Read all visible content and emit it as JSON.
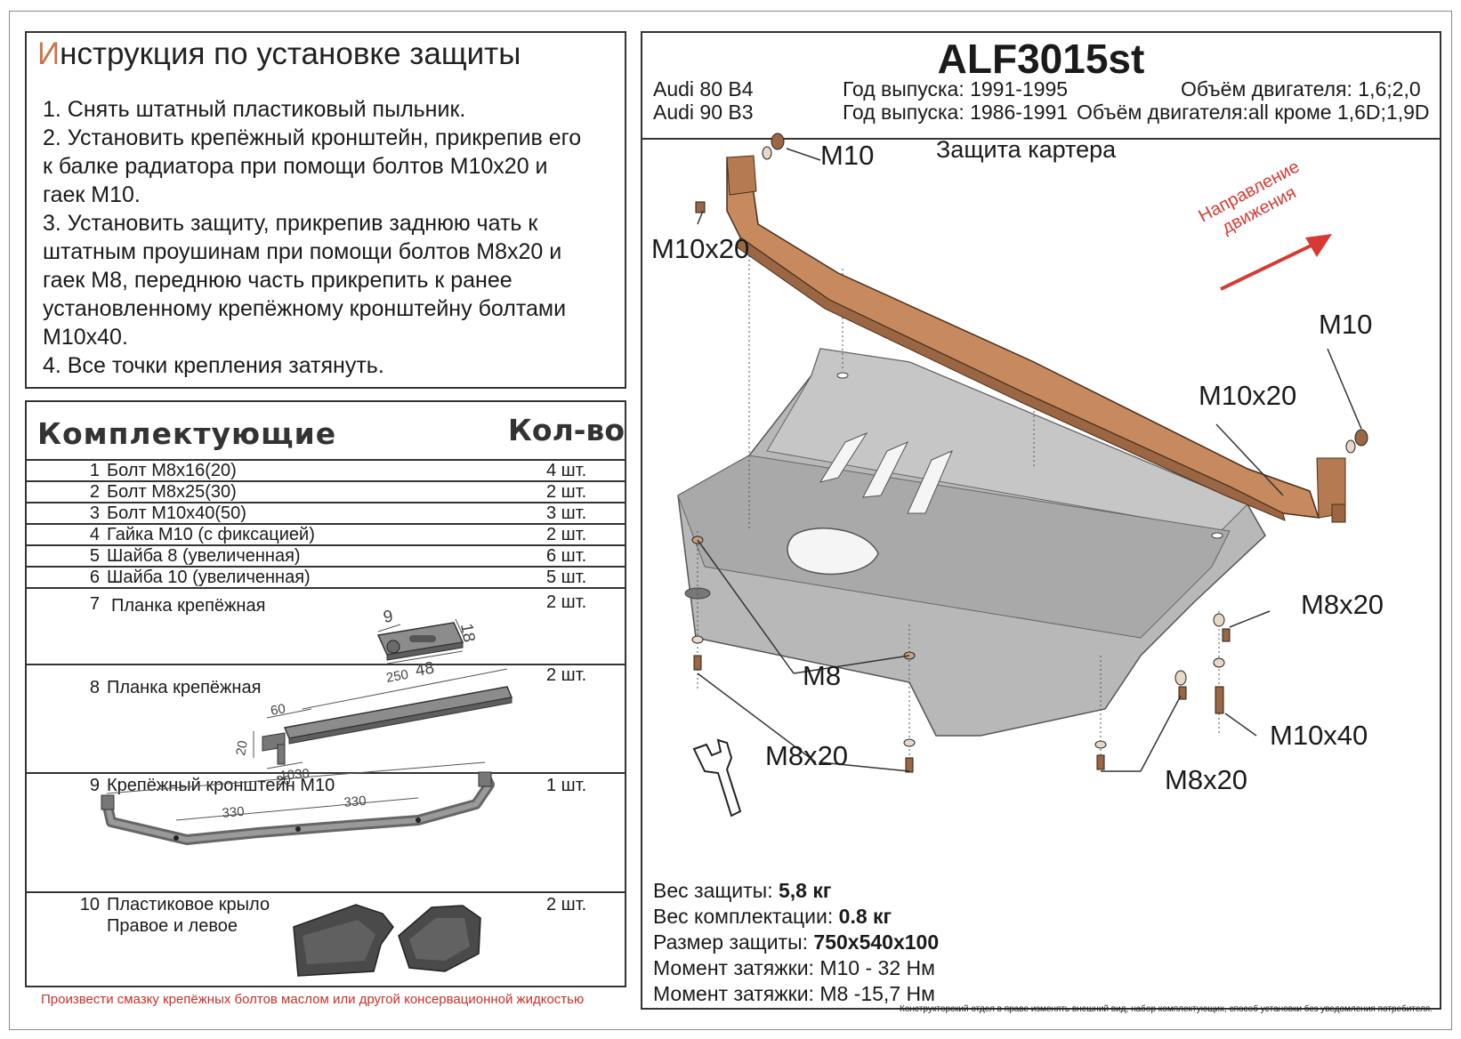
{
  "instructions": {
    "title_first": "И",
    "title_rest": "нструкция по установке защиты",
    "steps": [
      "1.  Снять штатный пластиковый пыльник.",
      "2.  Установить крепёжный кронштейн, прикрепив его",
      "к балке радиатора при помощи болтов М10х20 и",
      "гаек М10.",
      "3.  Установить защиту, прикрепив заднюю чать к",
      "штатным проушинам при помощи болтов М8х20 и",
      "гаек М8, переднюю часть прикрепить к ранее",
      "установленному крепёжному кронштейну болтами",
      "М10х40.",
      "4.  Все точки крепления затянуть."
    ]
  },
  "parts": {
    "header": "Комплектующие",
    "qty_header": "Кол-во",
    "items": [
      {
        "num": "1",
        "name": "Болт М8х16(20)",
        "qty": "4 шт."
      },
      {
        "num": "2",
        "name": "Болт М8х25(30)",
        "qty": "2 шт."
      },
      {
        "num": "3",
        "name": "Болт М10х40(50)",
        "qty": "3 шт."
      },
      {
        "num": "4",
        "name": "Гайка М10 (с фиксацией)",
        "qty": "2 шт."
      },
      {
        "num": "5",
        "name": "Шайба 8 (увеличенная)",
        "qty": "6 шт."
      },
      {
        "num": "6",
        "name": "Шайба 10 (увеличенная)",
        "qty": "5 шт."
      },
      {
        "num": "7",
        "name": "Планка крепёжная",
        "qty": "2 шт."
      },
      {
        "num": "8",
        "name": "Планка крепёжная",
        "qty": "2 шт."
      },
      {
        "num": "9",
        "name": "Крепёжный кронштейн М10",
        "qty": "1 шт."
      },
      {
        "num": "10",
        "name": "Пластиковое крыло",
        "name2": "Правое и левое",
        "qty": "2 шт."
      }
    ],
    "dims": {
      "p7": [
        "9",
        "18",
        "48"
      ],
      "p8": [
        "250",
        "60",
        "20",
        "20"
      ],
      "p9": [
        "1030",
        "330",
        "330"
      ]
    },
    "note": "Произвести смазку крепёжных болтов маслом или другой консервационной жидкостью"
  },
  "product": {
    "code": "ALF3015st",
    "rows": [
      {
        "model": "Audi 80 B4",
        "year": "Год выпуска: 1991-1995",
        "engine": "Объём двигателя: 1,6;2,0"
      },
      {
        "model": "Audi 90 B3",
        "year": "Год выпуска: 1986-1991",
        "engine": "Объём двигателя:all кроме 1,6D;1,9D"
      }
    ],
    "part_name": "Защита картера",
    "direction": [
      "Направление",
      "движения"
    ],
    "labels": [
      "M10",
      "M10x20",
      "M10",
      "M10x20",
      "M8x20",
      "M8",
      "M10x40",
      "M8x20",
      "M8x20"
    ],
    "props": [
      {
        "label": "Вес защиты: ",
        "value": "5,8 кг"
      },
      {
        "label": "Вес комплектации: ",
        "value": "0.8 кг"
      },
      {
        "label": "Размер защиты: ",
        "value": "750x540x100"
      },
      {
        "label": "Момент затяжки:  ",
        "value": "M10 - 32 Нм"
      },
      {
        "label": "Момент затяжки:  ",
        "value": "M8 -15,7 Нм"
      }
    ],
    "disclaimer": "Конструкторский отдел в праве изменять внешний вид, набор комплектующих, способ установки без уведомления потребителя."
  },
  "colors": {
    "bracket": "#c68a5e",
    "plate": "#b3b3b3",
    "plate_dark": "#8f8f8f",
    "note": "#c8302a",
    "arrow": "#d63a33"
  }
}
